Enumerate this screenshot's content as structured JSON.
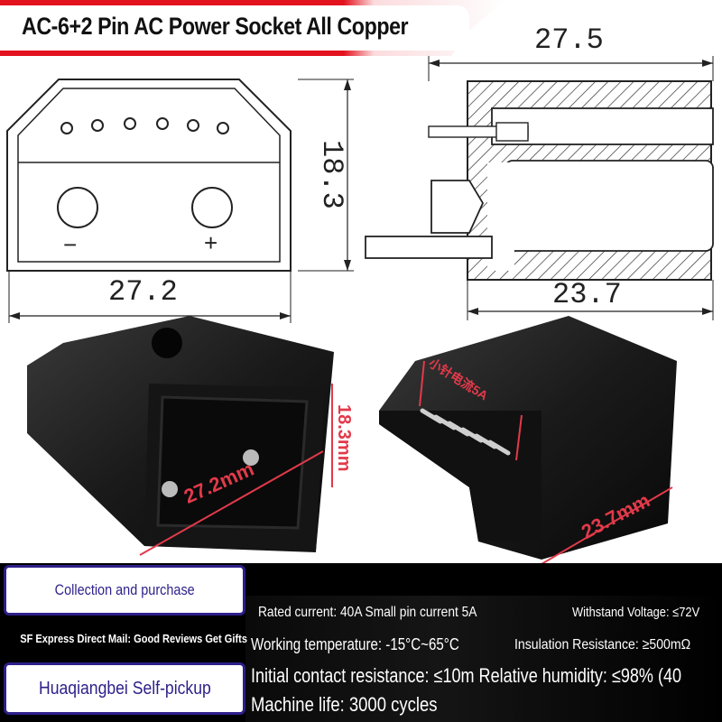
{
  "title": "AC-6+2 Pin AC Power Socket All Copper",
  "drawing": {
    "front_width": "27.2",
    "front_height": "18.3",
    "side_width": "27.5",
    "side_depth": "23.7",
    "minus_symbol": "−",
    "plus_symbol": "+"
  },
  "photo_labels": {
    "height": "18.3mm",
    "width": "27.2mm",
    "depth": "23.7mm",
    "pin_current": "小针电流5A"
  },
  "promo": {
    "collection": "Collection and purchase",
    "shipping": "SF Express Direct Mail: Good Reviews Get Gifts",
    "pickup": "Huaqiangbei Self-pickup"
  },
  "specs": {
    "rated_current": "Rated current: 40A Small pin current 5A",
    "withstand_voltage": "Withstand Voltage: ≤72V",
    "working_temperature": "Working temperature: -15°C~65°C",
    "insulation_resistance": "Insulation Resistance: ≥500mΩ",
    "contact_resistance": "Initial contact resistance: ≤10m Relative humidity: ≤98% (40",
    "machine_life": "Machine life: 3000 cycles"
  },
  "colors": {
    "title_red": "#e3121f",
    "dimension_red": "#e23a4a",
    "promo_purple": "#2c1f8a",
    "panel_black": "#000000"
  }
}
